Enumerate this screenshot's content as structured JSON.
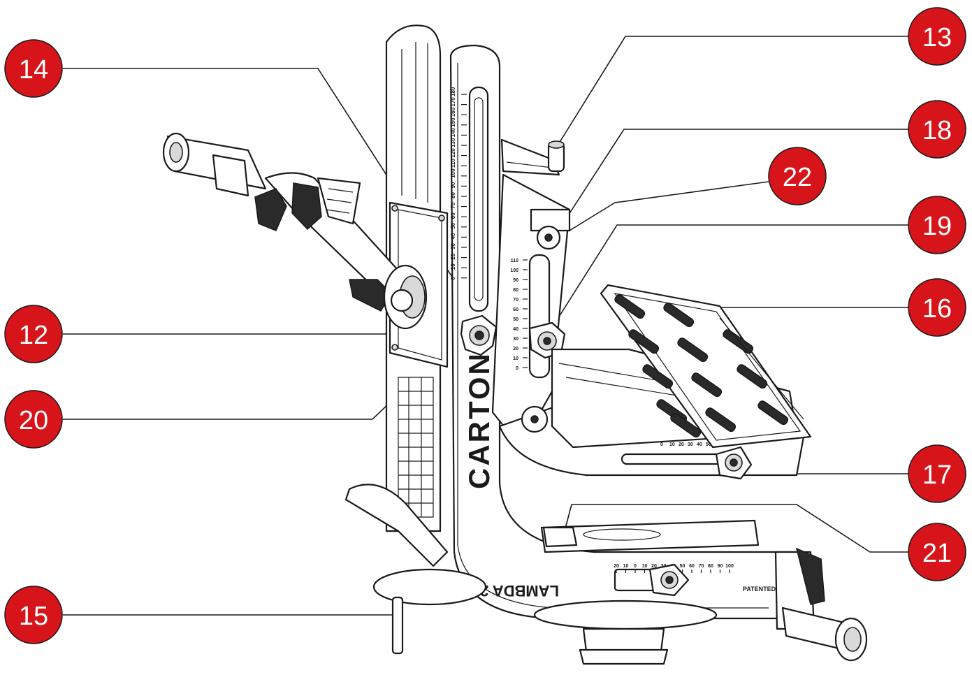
{
  "diagram": {
    "brand_text": "CARTONI",
    "model_text": "LAMBDA 25",
    "patent_text": "PATENTED",
    "callout_color": "#d7141a",
    "callouts": [
      {
        "id": "callout-13",
        "label": "13"
      },
      {
        "id": "callout-14",
        "label": "14"
      },
      {
        "id": "callout-18",
        "label": "18"
      },
      {
        "id": "callout-22",
        "label": "22"
      },
      {
        "id": "callout-19",
        "label": "19"
      },
      {
        "id": "callout-16",
        "label": "16"
      },
      {
        "id": "callout-12",
        "label": "12"
      },
      {
        "id": "callout-20",
        "label": "20"
      },
      {
        "id": "callout-17",
        "label": "17"
      },
      {
        "id": "callout-21",
        "label": "21"
      },
      {
        "id": "callout-15",
        "label": "15"
      }
    ],
    "vertical_scale_labels": [
      "180",
      "170",
      "160",
      "150",
      "140",
      "130",
      "120",
      "110",
      "100",
      "90",
      "80",
      "70",
      "60",
      "50",
      "40",
      "30",
      "20",
      "10",
      "0"
    ],
    "tilt_scale_labels": [
      "110",
      "100",
      "90",
      "80",
      "70",
      "60",
      "50",
      "40",
      "30",
      "20",
      "10",
      "0"
    ],
    "plate_scale_labels": [
      "0",
      "10",
      "20",
      "30",
      "40",
      "50"
    ],
    "base_scale_labels": [
      "20",
      "10",
      "0",
      "10",
      "20",
      "30",
      "40",
      "50",
      "60",
      "70",
      "80",
      "90",
      "100"
    ]
  }
}
